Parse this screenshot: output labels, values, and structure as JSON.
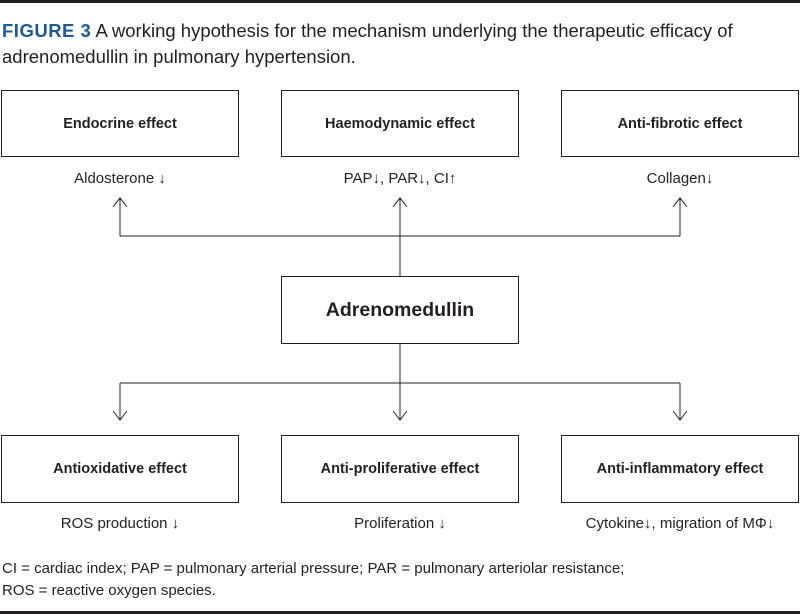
{
  "caption": {
    "label": "FIGURE 3",
    "text": "A working hypothesis for the mechanism underlying the therapeutic efficacy of adrenomedullin in pulmonary hypertension."
  },
  "center": {
    "label": "Adrenomedullin"
  },
  "top_effects": [
    {
      "label": "Endocrine effect",
      "outcome": "Aldosterone ↓"
    },
    {
      "label": "Haemodynamic effect",
      "outcome": "PAP↓,  PAR↓, CI↑"
    },
    {
      "label": "Anti-fibrotic effect",
      "outcome": "Collagen↓"
    }
  ],
  "bottom_effects": [
    {
      "label": "Antioxidative effect",
      "outcome": "ROS production ↓"
    },
    {
      "label": "Anti-proliferative effect",
      "outcome": "Proliferation ↓"
    },
    {
      "label": "Anti-inflammatory effect",
      "outcome": "Cytokine↓, migration of MΦ↓"
    }
  ],
  "footnote": {
    "line1": "CI = cardiac index; PAP = pulmonary arterial pressure; PAR = pulmonary arteriolar resistance;",
    "line2": "ROS = reactive oxygen species."
  },
  "colors": {
    "caption_label": "#1f5a8c",
    "ink": "#231f20"
  }
}
